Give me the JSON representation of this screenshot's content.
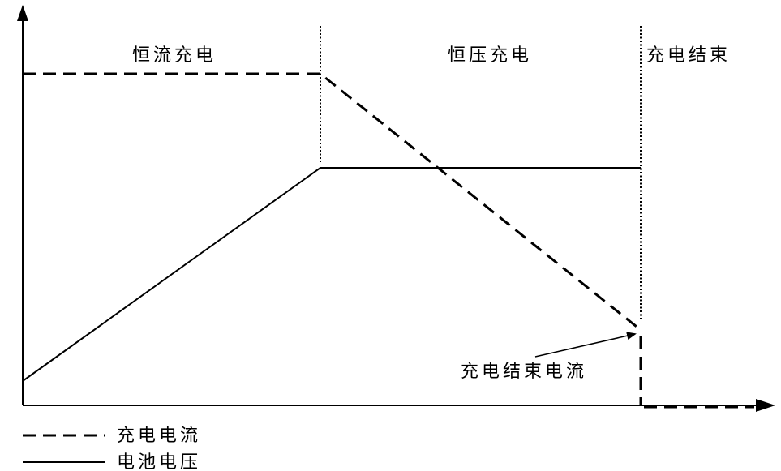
{
  "phases": [
    {
      "label": "恒流充电"
    },
    {
      "label": "恒压充电"
    },
    {
      "label": "充电结束"
    }
  ],
  "annotation": {
    "label": "充电结束电流"
  },
  "legend": [
    {
      "label": "充电电流",
      "style": "dashed"
    },
    {
      "label": "电池电压",
      "style": "solid"
    }
  ],
  "colors": {
    "line": "#000000",
    "background": "#ffffff"
  }
}
